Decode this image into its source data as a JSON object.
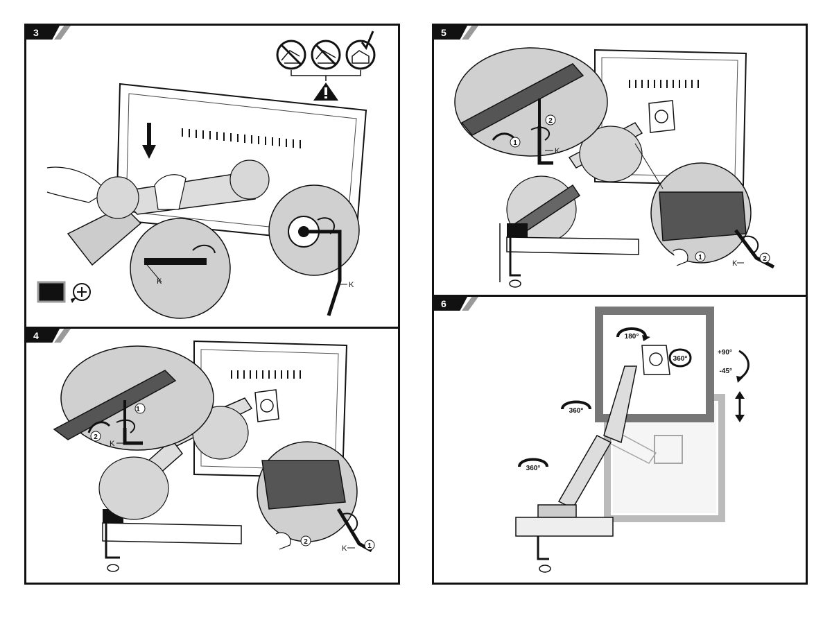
{
  "steps": [
    {
      "number": "3"
    },
    {
      "number": "4"
    },
    {
      "number": "5"
    },
    {
      "number": "6"
    }
  ],
  "labels": {
    "hex_key": "K",
    "badge_1": "1",
    "badge_2": "2"
  },
  "rotation": {
    "tilt_up": "+90°",
    "tilt_down": "-45°",
    "swivel_360": "360°",
    "flip_180": "180°"
  },
  "icons": [
    "prohibited-icon",
    "check-icon",
    "warning-icon",
    "rotate-plus-icon",
    "arrow-down-icon",
    "rotation-arrow-icon",
    "vertical-arrow-icon"
  ]
}
